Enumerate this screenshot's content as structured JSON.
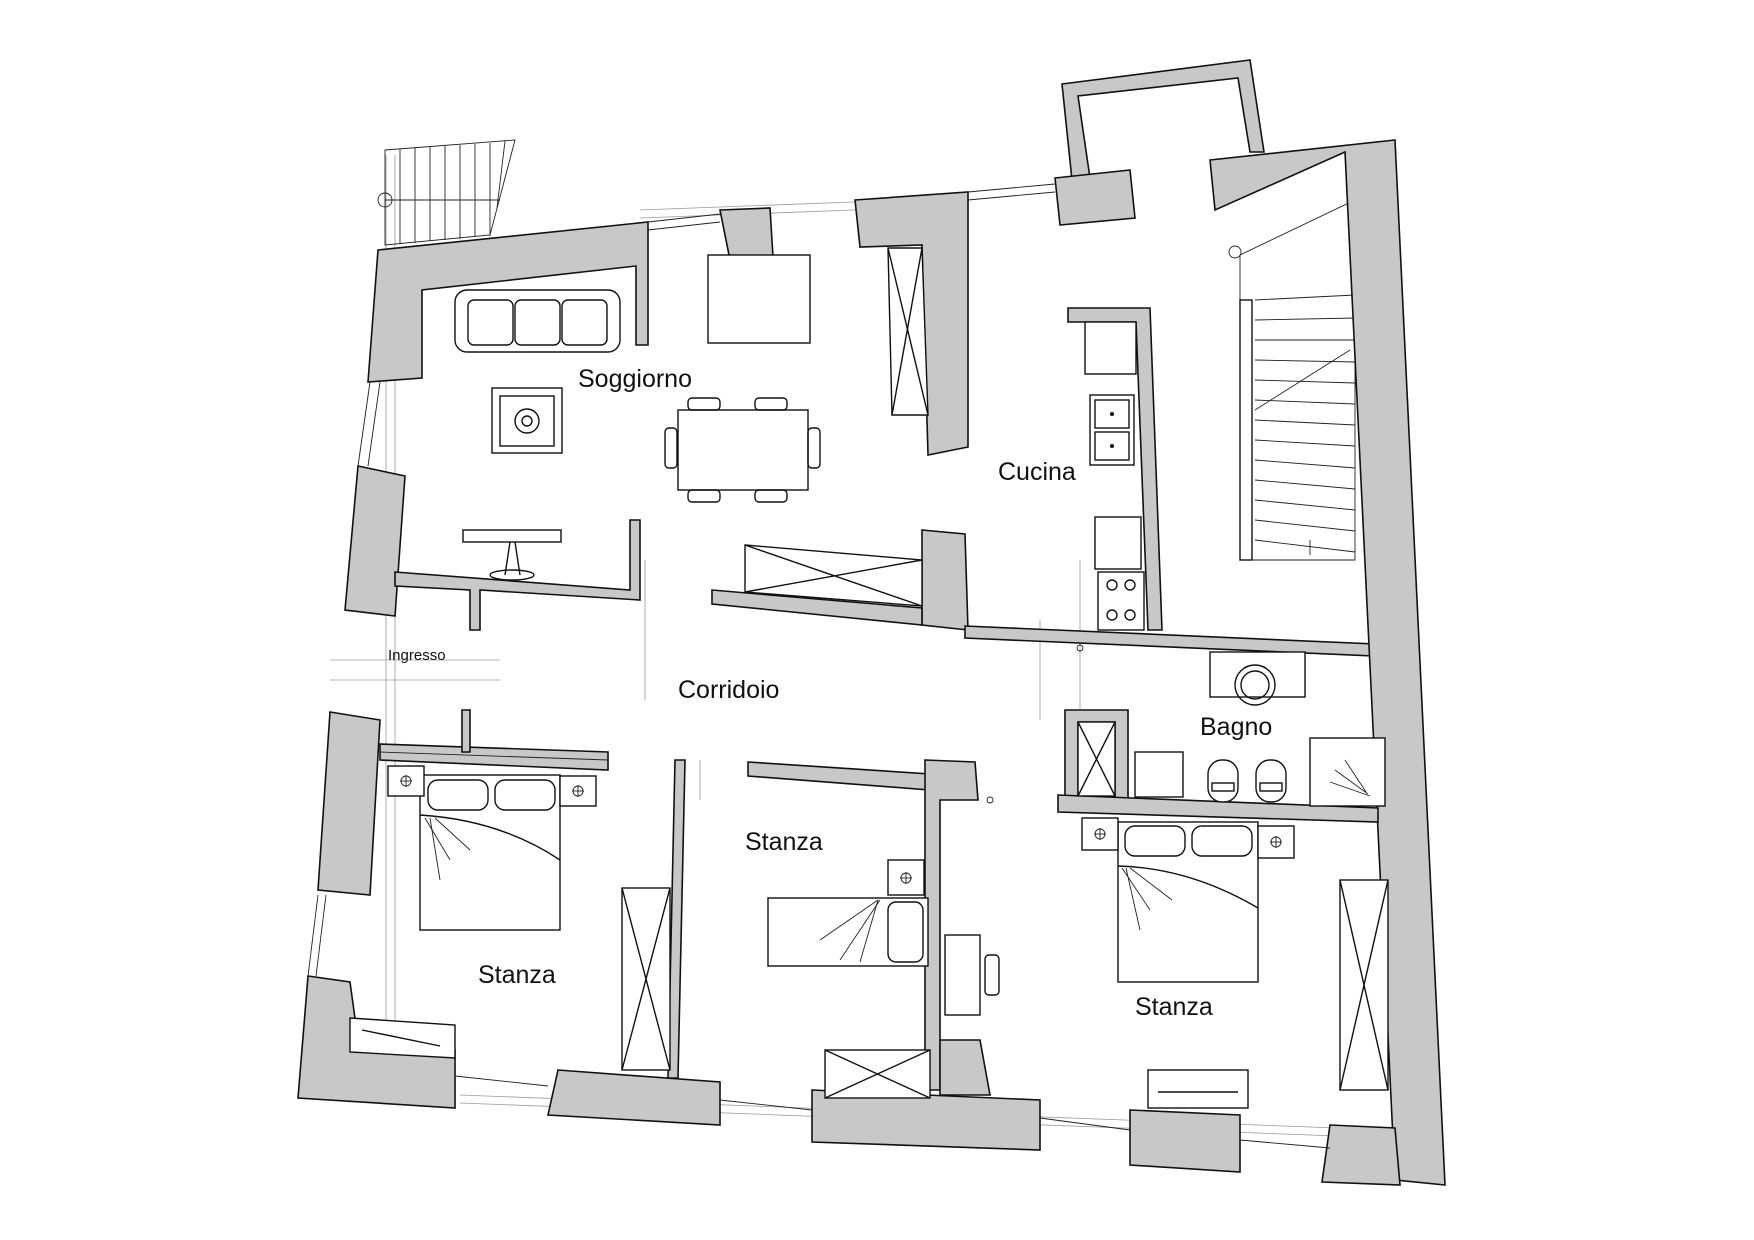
{
  "rooms": {
    "soggiorno": "Soggiorno",
    "cucina": "Cucina",
    "ingresso": "Ingresso",
    "corridoio": "Corridoio",
    "bagno": "Bagno",
    "stanza_left": "Stanza",
    "stanza_center": "Stanza",
    "stanza_right": "Stanza"
  },
  "colors": {
    "wall": "#c8c8c8",
    "line": "#111111"
  }
}
